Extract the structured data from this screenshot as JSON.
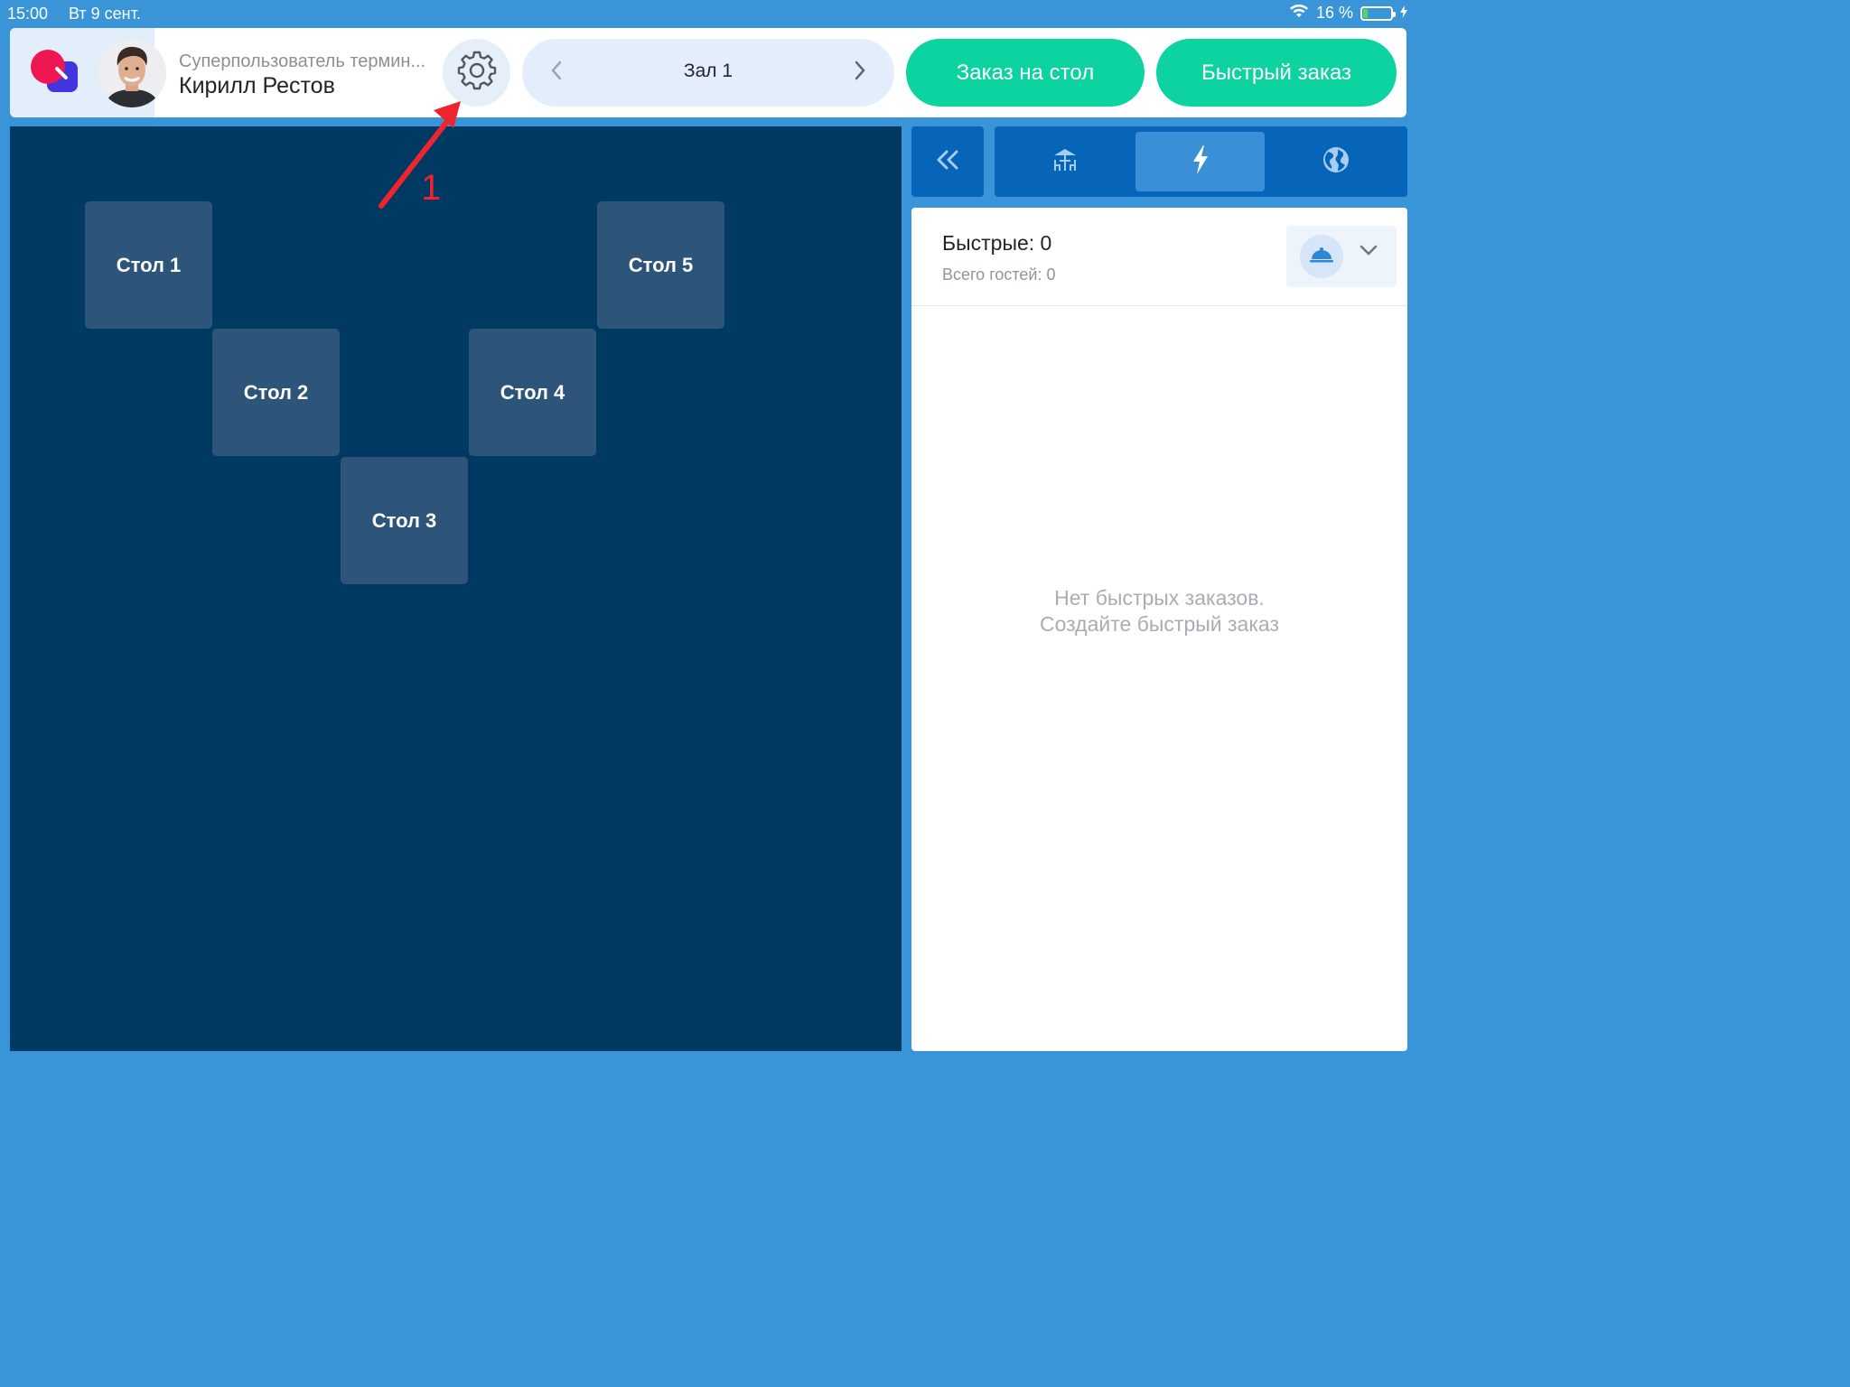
{
  "status_bar": {
    "time": "15:00",
    "date": "Вт 9 сент.",
    "battery": "16 %",
    "battery_level": 0.16
  },
  "header": {
    "user_role": "Суперпользователь термин...",
    "user_name": "Кирилл Рестов",
    "hall_label": "Зал 1",
    "btn_table_order": "Заказ на стол",
    "btn_quick_order": "Быстрый заказ"
  },
  "floor": {
    "tables": [
      {
        "label": "Стол 1"
      },
      {
        "label": "Стол 2"
      },
      {
        "label": "Стол 3"
      },
      {
        "label": "Стол 4"
      },
      {
        "label": "Стол 5"
      }
    ]
  },
  "annotation": {
    "label": "1",
    "color": "#f0242d"
  },
  "sidebar": {
    "tabs": [
      "tables-icon",
      "lightning-icon",
      "globe-icon"
    ],
    "active_tab": "lightning-icon",
    "title": "Быстрые: 0",
    "subtitle": "Всего гостей: 0",
    "empty_line1": "Нет быстрых заказов.",
    "empty_line2": "Создайте быстрый заказ"
  },
  "colors": {
    "accent_green": "#0dd3a1",
    "floor_bg": "#003a62",
    "table_bg": "#2d5479",
    "app_bg": "#3995d7"
  }
}
